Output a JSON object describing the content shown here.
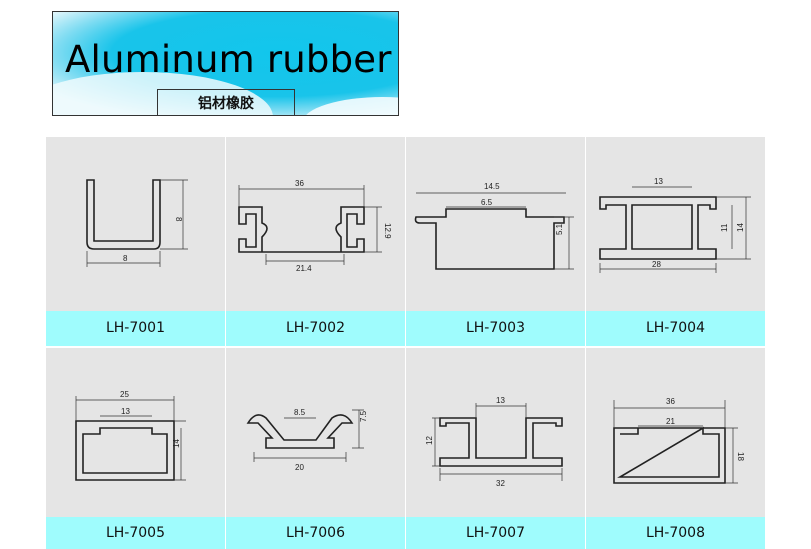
{
  "banner": {
    "title": "Aluminum rubber",
    "subtitle": "铝材橡胶"
  },
  "products": [
    {
      "code": "LH-7001",
      "dims": [
        "8",
        "8"
      ]
    },
    {
      "code": "LH-7002",
      "dims": [
        "36",
        "21.4",
        "12.9"
      ]
    },
    {
      "code": "LH-7003",
      "dims": [
        "14.5",
        "6.5",
        "5.1"
      ]
    },
    {
      "code": "LH-7004",
      "dims": [
        "13",
        "28",
        "11",
        "14"
      ]
    },
    {
      "code": "LH-7005",
      "dims": [
        "25",
        "13",
        "14"
      ]
    },
    {
      "code": "LH-7006",
      "dims": [
        "8.5",
        "20",
        "7.5"
      ]
    },
    {
      "code": "LH-7007",
      "dims": [
        "13",
        "32",
        "12"
      ]
    },
    {
      "code": "LH-7008",
      "dims": [
        "36",
        "21",
        "18"
      ]
    }
  ]
}
